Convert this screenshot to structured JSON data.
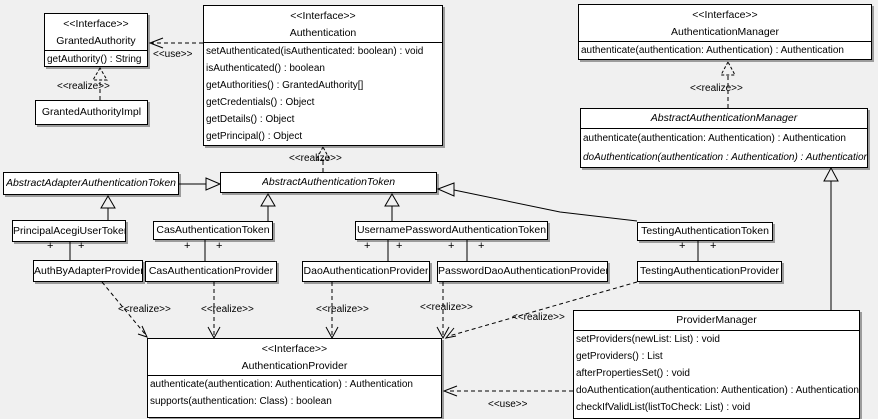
{
  "labels": {
    "use": "<<use>>",
    "realize": "<<realize>>",
    "plus": "+"
  },
  "colors": {
    "background": "#f0f0f0",
    "box_fill": "#ffffff",
    "line": "#000000",
    "shadow": "#9c9c9c"
  },
  "classes": {
    "granted_authority": {
      "stereotype": "<<Interface>>",
      "name": "GrantedAuthority",
      "methods": [
        "getAuthority() : String"
      ]
    },
    "granted_authority_impl": {
      "name": "GrantedAuthorityImpl"
    },
    "authentication": {
      "stereotype": "<<Interface>>",
      "name": "Authentication",
      "methods": [
        "setAuthenticated(isAuthenticated: boolean) : void",
        "isAuthenticated() : boolean",
        "getAuthorities() : GrantedAuthority[]",
        "getCredentials() : Object",
        "getDetails() : Object",
        "getPrincipal() : Object"
      ]
    },
    "authentication_manager": {
      "stereotype": "<<Interface>>",
      "name": "AuthenticationManager",
      "methods": [
        "authenticate(authentication: Authentication) : Authentication"
      ]
    },
    "abstract_authentication_manager": {
      "name": "AbstractAuthenticationManager",
      "methods": [
        "authenticate(authentication: Authentication) : Authentication",
        "doAuthentication(authentication : Authentication) : Authentication"
      ]
    },
    "abstract_adapter_authentication_token": {
      "name": "AbstractAdapterAuthenticationToken"
    },
    "abstract_authentication_token": {
      "name": "AbstractAuthenticationToken"
    },
    "principal_acegi_user_token": {
      "name": "PrincipalAcegiUserToken"
    },
    "auth_by_adapter_provider": {
      "name": "AuthByAdapterProvider"
    },
    "cas_authentication_token": {
      "name": "CasAuthenticationToken"
    },
    "cas_authentication_provider": {
      "name": "CasAuthenticationProvider"
    },
    "username_password_authentication_token": {
      "name": "UsernamePasswordAuthenticationToken"
    },
    "dao_authentication_provider": {
      "name": "DaoAuthenticationProvider"
    },
    "password_dao_authentication_provider": {
      "name": "PasswordDaoAuthenticationProvider"
    },
    "testing_authentication_token": {
      "name": "TestingAuthenticationToken"
    },
    "testing_authentication_provider": {
      "name": "TestingAuthenticationProvider"
    },
    "authentication_provider": {
      "stereotype": "<<Interface>>",
      "name": "AuthenticationProvider",
      "methods": [
        "authenticate(authentication: Authentication) : Authentication",
        "supports(authentication: Class) : boolean"
      ]
    },
    "provider_manager": {
      "name": "ProviderManager",
      "methods": [
        "setProviders(newList: List) : void",
        "getProviders() : List",
        "afterPropertiesSet() : void",
        "doAuthentication(authentication: Authentication) : Authentication",
        "checkIfValidList(listToCheck: List) : void"
      ]
    }
  }
}
